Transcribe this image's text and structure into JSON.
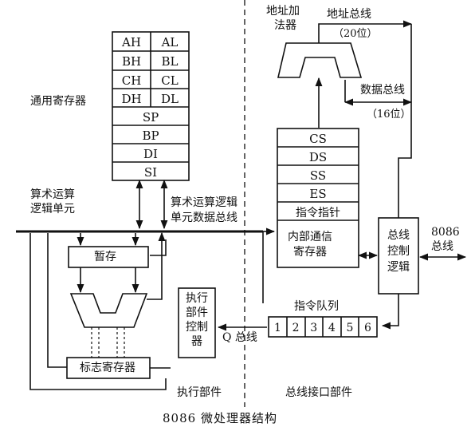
{
  "caption": "8086 微处理器结构",
  "labels": {
    "general_registers": "通用寄存器",
    "alu_unit": [
      "算术运算",
      "逻辑单元"
    ],
    "alu_data_bus": [
      "算术运算逻辑",
      "单元数据总线"
    ],
    "temp": "暂存",
    "flags": "标志寄存器",
    "eu_controller": [
      "执行",
      "部件",
      "控制",
      "器"
    ],
    "q_bus": "Q 总线",
    "execution_unit": "执行部件",
    "bus_interface_unit": "总线接口部件",
    "address_adder": [
      "地址加",
      "法器"
    ],
    "address_bus": "地址总线",
    "address_bus_width": "（20位）",
    "data_bus": "数据总线",
    "data_bus_width": "（16位）",
    "internal_comm": [
      "内部通信",
      "寄存器"
    ],
    "bus_control": [
      "总线",
      "控制",
      "逻辑"
    ],
    "bus_8086": [
      "8086",
      "总线"
    ],
    "instruction_queue": "指令队列"
  },
  "general_register_pairs": [
    [
      "AH",
      "AL"
    ],
    [
      "BH",
      "BL"
    ],
    [
      "CH",
      "CL"
    ],
    [
      "DH",
      "DL"
    ]
  ],
  "pointer_registers": [
    "SP",
    "BP",
    "DI",
    "SI"
  ],
  "segment_registers": [
    "CS",
    "DS",
    "SS",
    "ES",
    "指令指针"
  ],
  "queue_slots": [
    "1",
    "2",
    "3",
    "4",
    "5",
    "6"
  ]
}
